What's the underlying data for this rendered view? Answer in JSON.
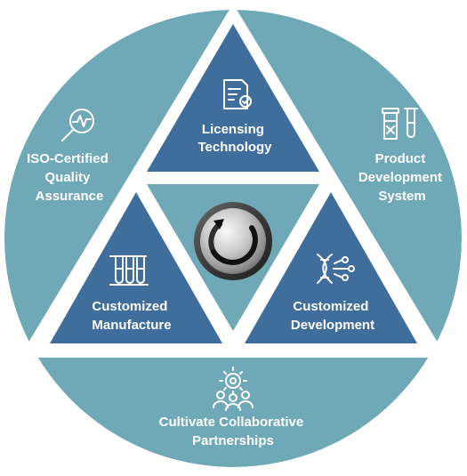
{
  "colors": {
    "ring": "#6fa8b6",
    "triangle_dark": "#3f6d9c",
    "center_triangle": "#6fa8b6",
    "text": "#ffffff",
    "separator": "#ffffff"
  },
  "sections": {
    "licensing": {
      "icon": "certificate-icon",
      "lines": [
        "Licensing",
        "Technology"
      ]
    },
    "manufacture": {
      "icon": "test-tubes-icon",
      "lines": [
        "Customized",
        "Manufacture"
      ]
    },
    "development": {
      "icon": "dna-icon",
      "lines": [
        "Customized",
        "Development"
      ]
    },
    "iso": {
      "icon": "analysis-magnifier-icon",
      "lines": [
        "ISO-Certified",
        "Quality",
        "Assurance"
      ]
    },
    "product": {
      "icon": "vial-tube-icon",
      "lines": [
        "Product",
        "Development",
        "System"
      ]
    },
    "partnerships": {
      "icon": "team-gear-icon",
      "lines": [
        "Cultivate Collaborative",
        "Partnerships"
      ]
    }
  },
  "center": {
    "icon": "cycle-knob-icon"
  }
}
